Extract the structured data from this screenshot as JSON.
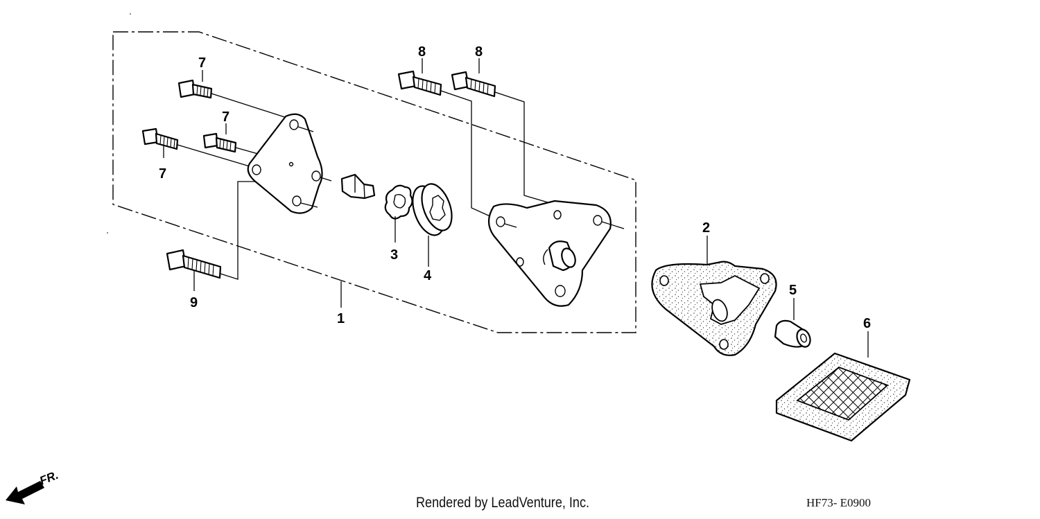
{
  "callouts": {
    "c1": "1",
    "c2": "2",
    "c3": "3",
    "c4": "4",
    "c5": "5",
    "c6": "6",
    "c7a": "7",
    "c7b": "7",
    "c7c": "7",
    "c8a": "8",
    "c8b": "8",
    "c9": "9"
  },
  "direction": {
    "label": "FR."
  },
  "footer": {
    "credit": "Rendered by LeadVenture, Inc.",
    "code": "HF73- E0900"
  },
  "colors": {
    "line": "#000000",
    "background": "#ffffff"
  }
}
